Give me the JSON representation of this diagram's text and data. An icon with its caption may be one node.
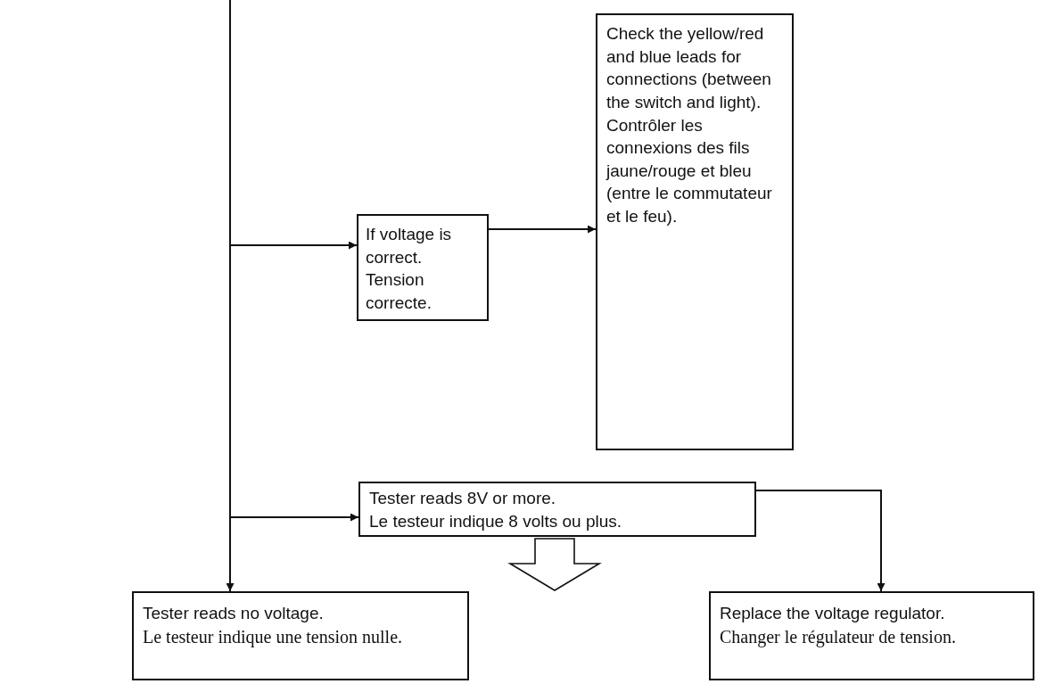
{
  "diagram": {
    "nodes": [
      {
        "text": [
          "If voltage is correct.",
          "Tension correcte."
        ]
      },
      {
        "text": [
          "Check the yellow/red and blue leads for connections (between the switch and light).",
          "Contrôler les connexions des fils jaune/rouge et bleu (entre le commutateur et le feu)."
        ]
      },
      {
        "text": [
          "Tester reads 8V or more.",
          "Le testeur indique 8 volts ou plus."
        ]
      },
      {
        "text": [
          "Tester reads no voltage.",
          "Le testeur indique une tension nulle."
        ]
      },
      {
        "text": [
          "Replace the voltage regulator.",
          "Changer le régulateur de tension."
        ]
      }
    ],
    "edges": [
      {
        "from": null,
        "to": 3,
        "arrow": "to"
      },
      {
        "from": null,
        "to": 0,
        "arrow": "to"
      },
      {
        "from": 0,
        "to": 1,
        "arrow": "to"
      },
      {
        "from": null,
        "to": 2,
        "arrow": "to"
      },
      {
        "from": 2,
        "to": 4,
        "arrow": "to"
      },
      {
        "from": 2,
        "to": null,
        "arrow": "to",
        "style": "thick"
      }
    ]
  }
}
